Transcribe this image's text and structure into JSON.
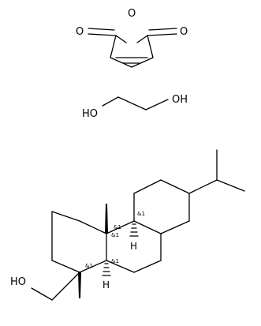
{
  "structures": {
    "maleic_anhydride": {
      "atoms": {
        "ring_o": "O",
        "o_left": "O",
        "o_right": "O"
      }
    },
    "ethylene_glycol": {
      "atoms": {
        "oh_left": "HO",
        "oh_right": "OH"
      }
    },
    "diterpene_alcohol": {
      "atoms": {
        "hydroxyl": "HO",
        "h_upper": "H",
        "h_lower": "H"
      },
      "stereo": [
        "&1",
        "&1",
        "&1",
        "&1",
        "&1"
      ]
    }
  },
  "colors": {
    "bond": "#000000",
    "background": "#ffffff"
  }
}
